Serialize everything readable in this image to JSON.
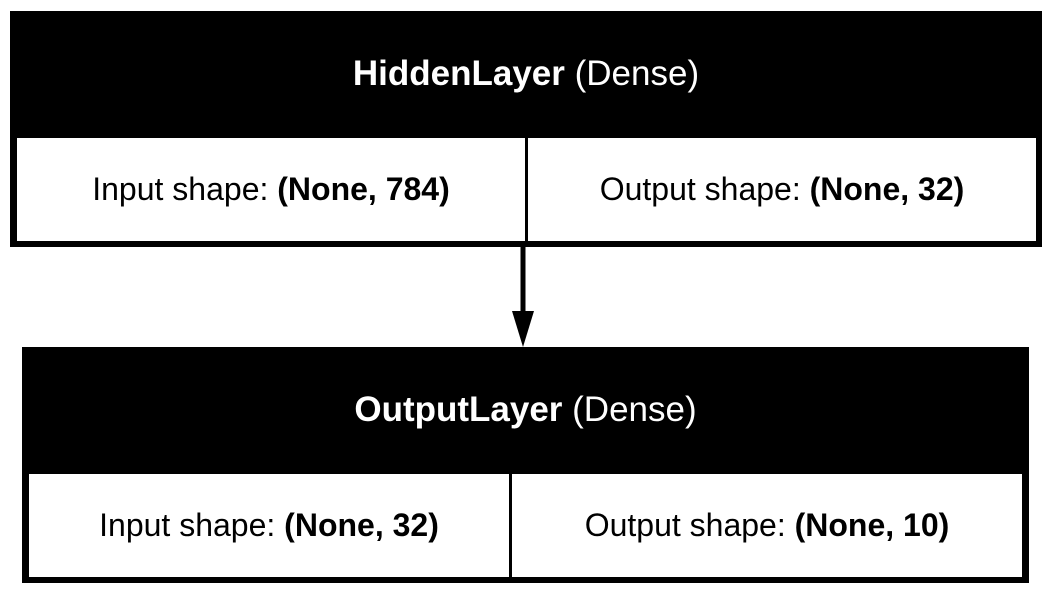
{
  "layers": [
    {
      "name": "HiddenLayer",
      "type": "(Dense)",
      "input_label": "Input shape:",
      "input_shape": "(None, 784)",
      "output_label": "Output shape:",
      "output_shape": "(None, 32)"
    },
    {
      "name": "OutputLayer",
      "type": "(Dense)",
      "input_label": "Input shape:",
      "input_shape": "(None, 32)",
      "output_label": "Output shape:",
      "output_shape": "(None, 10)"
    }
  ],
  "colors": {
    "box": "#000000",
    "header_text": "#ffffff",
    "cell_background": "#ffffff",
    "arrow": "#000000"
  }
}
